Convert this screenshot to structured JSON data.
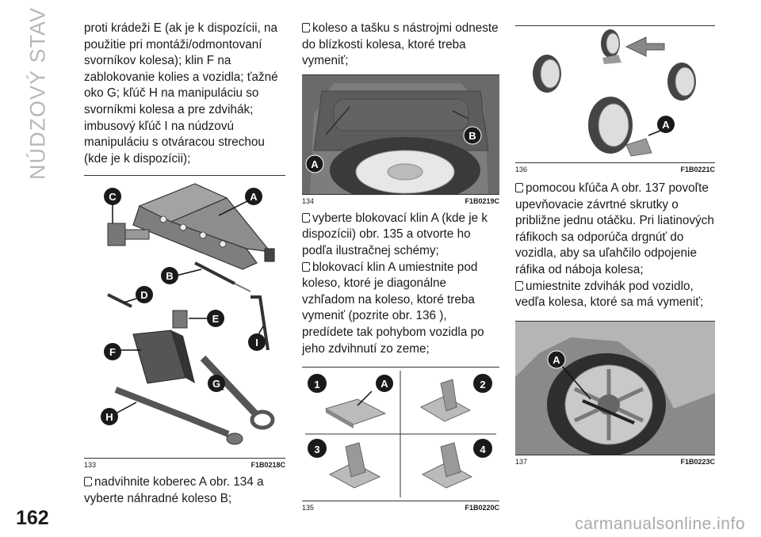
{
  "section_title": "NÚDZOVÝ STAV",
  "page_number": "162",
  "watermark": "carmanualsonline.info",
  "col1": {
    "intro": "proti krádeži E (ak je k dispozícii, na použitie pri montáži/odmontovaní svorníkov kolesa); klin F na zablokovanie kolies a vozidla; ťažné oko G; kľúč H na manipuláciu so svorníkmi kolesa a pre zdvihák; imbusový kľúč I na núdzovú manipuláciu s otváracou strechou (kde je k dispozícii);",
    "fig_num": "133",
    "fig_code": "F1B0218C",
    "fig_labels": [
      "A",
      "B",
      "C",
      "D",
      "E",
      "F",
      "G",
      "H",
      "I"
    ],
    "bullet1": "nadvihnite koberec A obr. 134 a vyberte náhradné koleso B;"
  },
  "col2": {
    "bullet_top": "koleso a tašku s nástrojmi odneste do blízkosti kolesa, ktoré treba vymeniť;",
    "fig134_num": "134",
    "fig134_code": "F1B0219C",
    "fig134_labels": [
      "A",
      "B"
    ],
    "bullet2": "vyberte blokovací klin A (kde je k dispozícii) obr. 135 a otvorte ho podľa ilustračnej schémy;",
    "bullet3": "blokovací klin A umiestnite pod koleso, ktoré je diagonálne vzhľadom na koleso, ktoré treba vymeniť (pozrite obr. 136 ), predídete tak pohybom vozidla po jeho zdvihnutí zo zeme;",
    "fig135_num": "135",
    "fig135_code": "F1B0220C",
    "fig135_labels": [
      "1",
      "A",
      "2",
      "3",
      "4"
    ]
  },
  "col3": {
    "fig136_num": "136",
    "fig136_code": "F1B0221C",
    "fig136_labels": [
      "A"
    ],
    "bullet4": "pomocou kľúča A obr. 137 povoľte upevňovacie závrtné skrutky o približne jednu otáčku. Pri liatinových ráfikoch sa odporúča drgnúť do vozidla, aby sa uľahčilo odpojenie ráfika od náboja kolesa;",
    "bullet5": "umiestnite zdvihák pod vozidlo, vedľa kolesa, ktoré sa má vymeniť;",
    "fig137_num": "137",
    "fig137_code": "F1B0223C",
    "fig137_labels": [
      "A"
    ]
  }
}
